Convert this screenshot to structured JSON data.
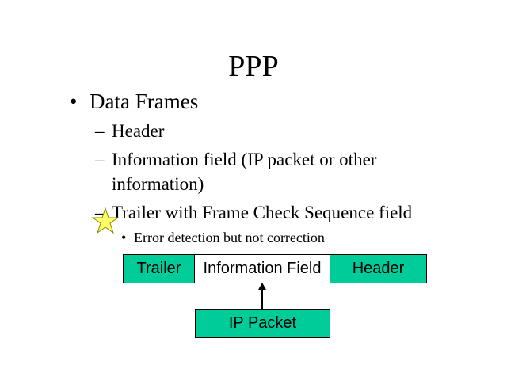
{
  "title": "PPP",
  "bullets": {
    "l1": "Data Frames",
    "header": "Header",
    "info1": "Information field (IP packet or other",
    "info2": "information)",
    "trailer": "Trailer with Frame Check Sequence field",
    "error": "Error detection but not correction"
  },
  "diagram": {
    "trailer": "Trailer",
    "info": "Information Field",
    "header": "Header",
    "packet": "IP Packet"
  },
  "colors": {
    "field": "#00cc99",
    "star": "#ffff66"
  }
}
